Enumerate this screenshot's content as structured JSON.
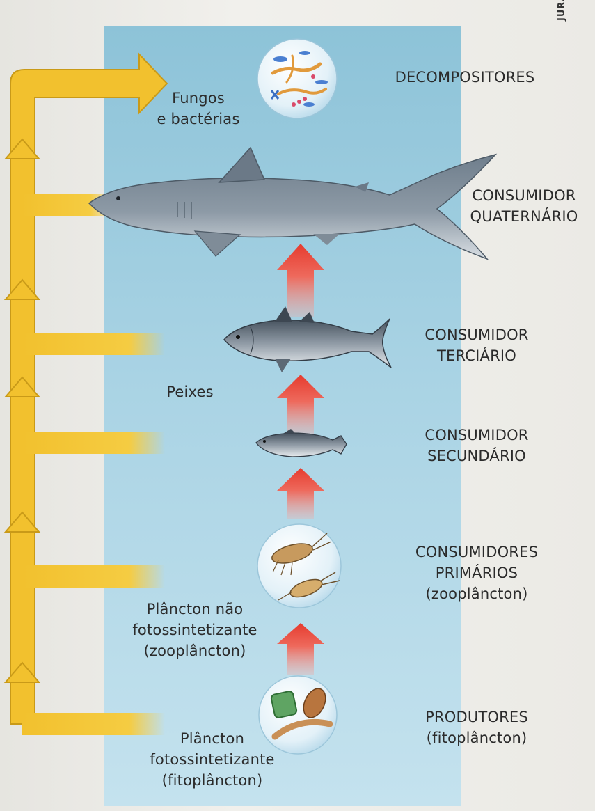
{
  "credit": "JURANDIR RIBEIRO",
  "levels": {
    "decompositores": "DECOMPOSITORES",
    "quaternario": [
      "CONSUMIDOR",
      "QUATERNÁRIO"
    ],
    "terciario": [
      "CONSUMIDOR",
      "TERCIÁRIO"
    ],
    "secundario": [
      "CONSUMIDOR",
      "SECUNDÁRIO"
    ],
    "primarios": [
      "CONSUMIDORES",
      "PRIMÁRIOS",
      "(zooplâncton)"
    ],
    "produtores": [
      "PRODUTORES",
      "(fitoplâncton)"
    ]
  },
  "organisms": {
    "fungos": [
      "Fungos",
      "e bactérias"
    ],
    "peixes": "Peixes",
    "zooplancton": [
      "Plâncton não",
      "fotossintetizante",
      "(zooplâncton)"
    ],
    "fitoplancton": [
      "Plâncton",
      "fotossintetizante",
      "(fitoplâncton)"
    ]
  },
  "colors": {
    "decomposition_arrow": "#f2c12e",
    "energy_arrow": "#e84a3c",
    "water": "#a9d3e4"
  }
}
